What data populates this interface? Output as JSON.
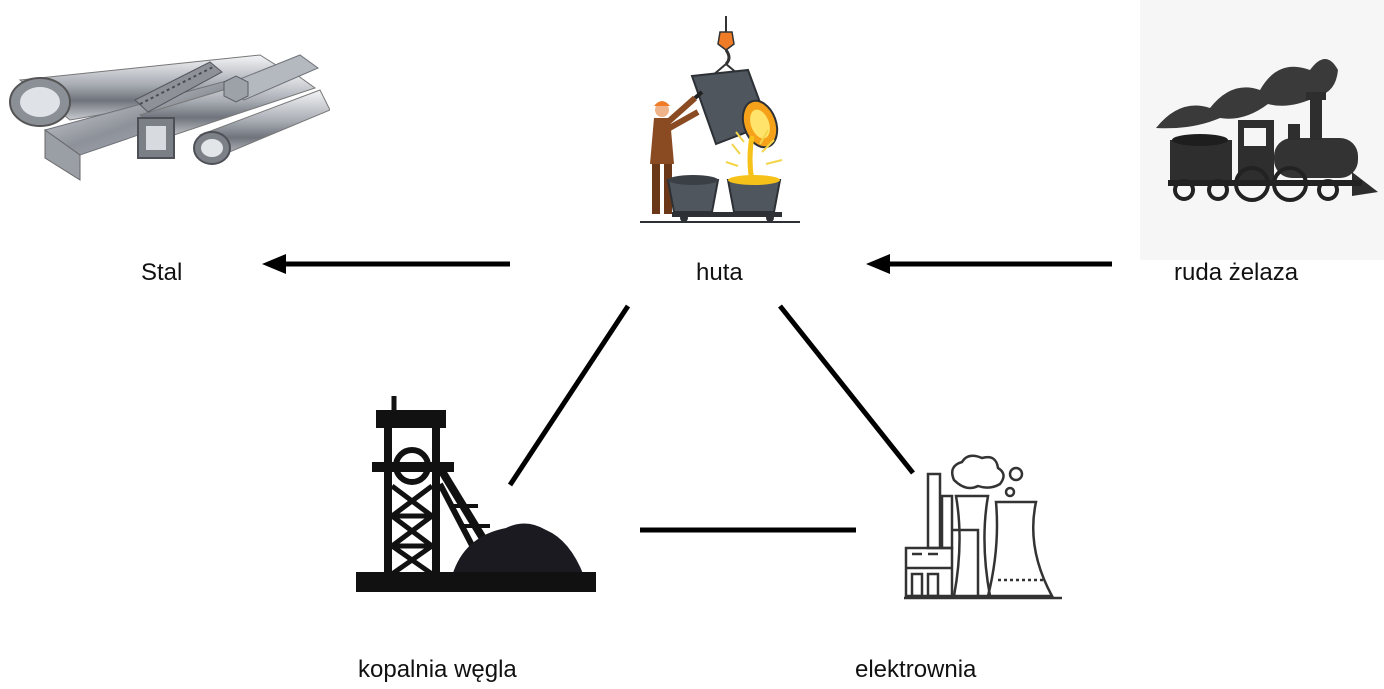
{
  "nodes": {
    "steel": {
      "label": "Stal",
      "icon": "steel-profiles-icon"
    },
    "smelter": {
      "label": "huta",
      "icon": "steelworker-pouring-ladle-icon"
    },
    "iron_ore": {
      "label": "ruda żelaza",
      "icon": "steam-locomotive-icon"
    },
    "coal_mine": {
      "label": "kopalnia węgla",
      "icon": "mine-headframe-coal-icon"
    },
    "power_plant": {
      "label": "elektrownia",
      "icon": "power-plant-cooling-towers-icon"
    }
  },
  "edges": [
    {
      "from": "smelter",
      "to": "steel",
      "type": "arrow"
    },
    {
      "from": "iron_ore",
      "to": "smelter",
      "type": "arrow"
    },
    {
      "from": "smelter",
      "to": "coal_mine",
      "type": "line"
    },
    {
      "from": "smelter",
      "to": "power_plant",
      "type": "line"
    },
    {
      "from": "coal_mine",
      "to": "power_plant",
      "type": "line"
    }
  ],
  "colors": {
    "stroke": "#000000",
    "text": "#111111",
    "molten_metal": "#f6a11a",
    "worker_orange": "#f07c28"
  }
}
